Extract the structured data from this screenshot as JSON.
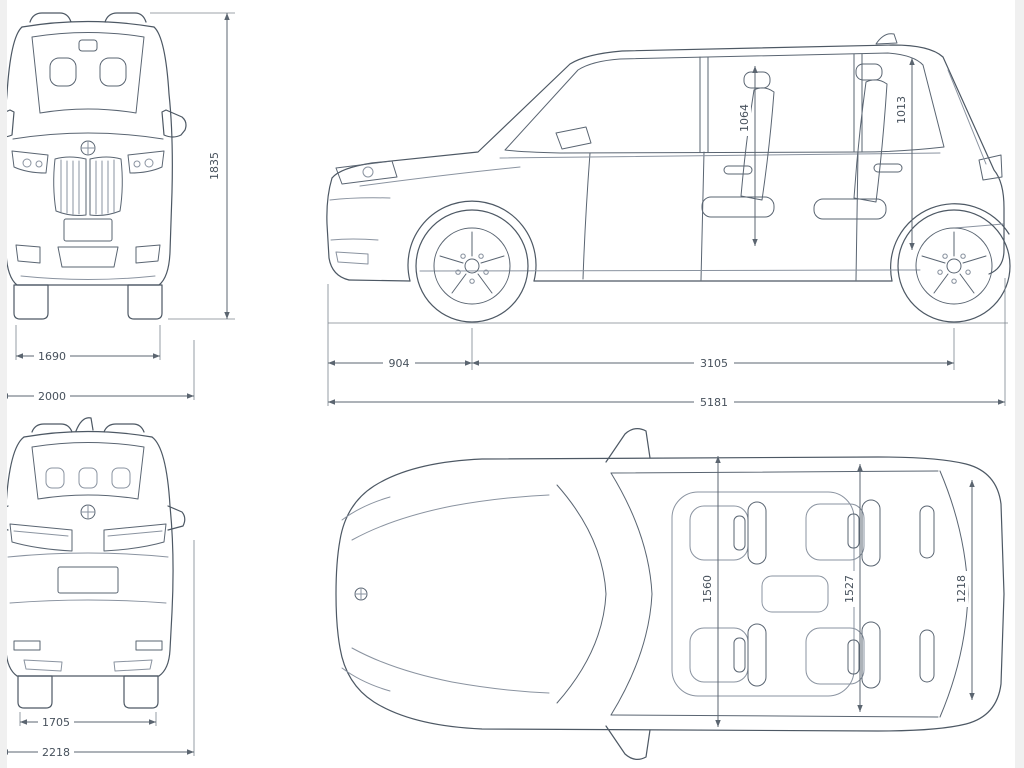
{
  "style": {
    "background": "#ffffff",
    "car_line_color": "#4d5864",
    "dimension_line_color": "#5b6570",
    "label_text_color": "#47515c"
  },
  "blueprint": {
    "front": {
      "height": "1835",
      "width_inner": "1690",
      "width_outer": "2000"
    },
    "side": {
      "headroom_front": "1064",
      "headroom_rear": "1013",
      "overhang_front": "904",
      "wheelbase": "3105",
      "length": "5181"
    },
    "rear": {
      "width_inner": "1705",
      "width_outer": "2218"
    },
    "top": {
      "width_front": "1560",
      "width_middle": "1527",
      "width_rear": "1218"
    }
  }
}
